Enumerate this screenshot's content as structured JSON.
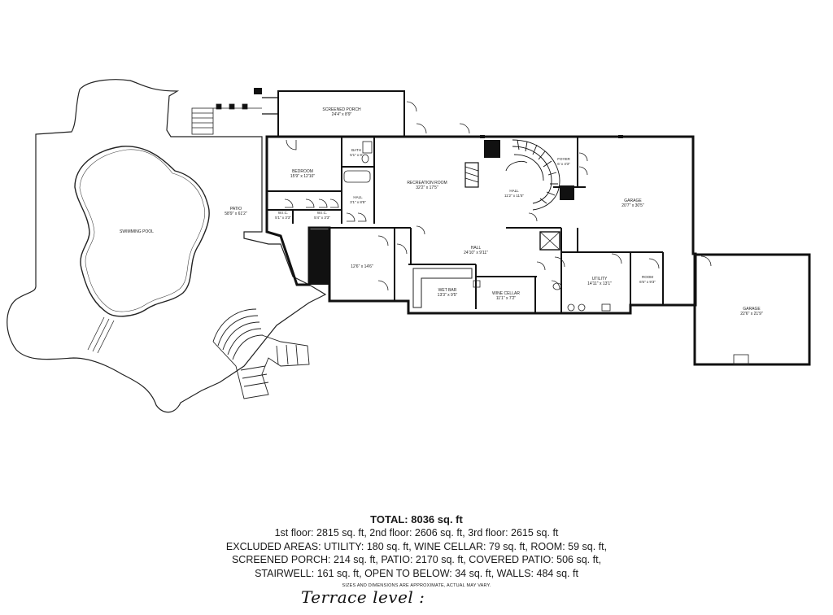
{
  "rooms": {
    "screened_porch": {
      "name": "SCREENED PORCH",
      "dim": "24'4\" x 8'9\""
    },
    "bedroom": {
      "name": "BEDROOM",
      "dim": "15'9\" x 12'10\""
    },
    "wic1": {
      "name": "W.I.C.",
      "dim": "5'1\" x 3'3\""
    },
    "wic2": {
      "name": "W.I.C.",
      "dim": "5'4\" x 3'3\""
    },
    "hall_small": {
      "name": "HALL",
      "dim": "3'1\" x 8'5\""
    },
    "bath": {
      "name": "BATH",
      "dim": "5'1\" x 8'"
    },
    "recreation_room": {
      "name": "RECREATION ROOM",
      "dim": "32'2\" x 17'5\""
    },
    "hall_stair": {
      "name": "HALL",
      "dim": "11'2\" x 11'5\""
    },
    "foyer": {
      "name": "FOYER",
      "dim": "6' x 4'3\""
    },
    "garage_main": {
      "name": "GARAGE",
      "dim": "20'7\" x 30'5\""
    },
    "patio": {
      "name": "PATIO",
      "dim": "58'9\" x 61'2\""
    },
    "swimming_pool": {
      "name": "SWIMMING POOL"
    },
    "room_center": {
      "name": "",
      "dim": "12'6\" x 14'6\""
    },
    "hall_main": {
      "name": "HALL",
      "dim": "24'10\" x 9'11\""
    },
    "wet_bar": {
      "name": "WET BAR",
      "dim": "13'3\" x 9'5\""
    },
    "wine_cellar": {
      "name": "WINE CELLAR",
      "dim": "11'1\" x 7'2\""
    },
    "utility": {
      "name": "UTILITY",
      "dim": "14'11\" x 13'1\""
    },
    "room_small": {
      "name": "ROOM",
      "dim": "6'5\" x 9'3\""
    },
    "garage_side": {
      "name": "GARAGE",
      "dim": "22'6\" x 21'9\""
    }
  },
  "summary": {
    "total": "TOTAL: 8036 sq. ft",
    "line1": "1st floor: 2815 sq. ft, 2nd floor: 2606 sq. ft, 3rd floor: 2615 sq. ft",
    "line2": "EXCLUDED AREAS: UTILITY: 180 sq. ft, WINE CELLAR: 79 sq. ft, ROOM: 59 sq. ft,",
    "line3": "SCREENED PORCH: 214 sq. ft, PATIO: 2170 sq. ft, COVERED PATIO: 506 sq. ft,",
    "line4": "STAIRWELL: 161 sq. ft, OPEN TO BELOW: 34 sq. ft, WALLS: 484 sq. ft",
    "disclaimer": "SIZES AND DIMENSIONS ARE APPROXIMATE, ACTUAL MAY VARY."
  },
  "handwritten_note": "Terrace level :"
}
